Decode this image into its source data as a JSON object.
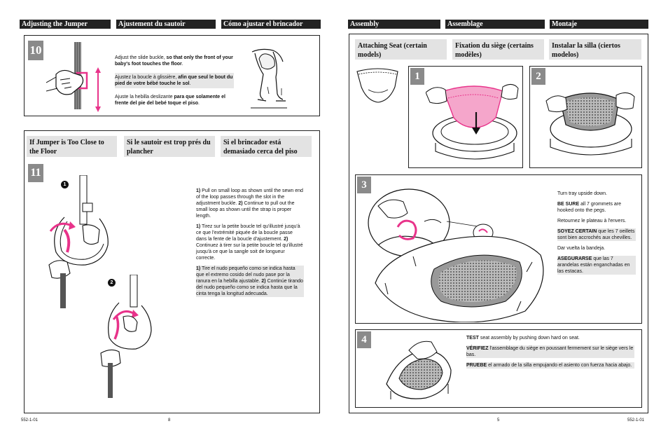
{
  "left": {
    "headers": [
      "Adjusting the Jumper",
      "Ajustement du sautoir",
      "Cómo ajustar el brincador"
    ],
    "step10": {
      "num": "10",
      "p_en": [
        "Adjust the slide buckle, ",
        "so that only the front of your baby's foot touches the floor",
        "."
      ],
      "p_fr": [
        "Ajustez la boucle à glissière, ",
        "afin que seul le bout du pied de votre bébé touche le sol",
        "."
      ],
      "p_es": [
        "Ajuste la hebilla deslizante ",
        "para que solamente el frente del pie del bebé toque el piso",
        "."
      ]
    },
    "sub_headers": [
      "If Jumper is Too Close to the Floor",
      "Si le sautoir est trop prés du plancher",
      "Si el brincador está demasiado cerca del piso"
    ],
    "step11": {
      "num": "11",
      "marker1": "1",
      "marker2": "2",
      "p_en": [
        "1)",
        " Pull on small loop as shown until the sewn end of the loop passes through the slot in the adjustment buckle. ",
        "2)",
        " Continue to pull out the small loop as shown until the strap is proper length."
      ],
      "p_fr": [
        "1)",
        " Tirez sur la petite boucle tel qu'illustré jusqu'à ce que l'extrémité piquée de la boucle passe dans la fente de la boucle d'ajustement. ",
        "2)",
        " Continuez à tirer sur la petite boucle tel qu'illustré jusqu'à ce que la sangle soit de longueur correcte."
      ],
      "p_es": [
        "1)",
        " Tire el nudo pequeño como se indica hasta que el extremo cosido del nudo pase por la ranura en la hebilla ajustable. ",
        "2)",
        " Continúe tirando del nudo pequeño como se indica hasta que la cinta tenga la longitud adecuada."
      ]
    },
    "footer_code": "552-1-01",
    "page_num": "8"
  },
  "right": {
    "headers": [
      "Assembly",
      "Assemblage",
      "Montaje"
    ],
    "sub_headers": [
      "Attaching Seat (certain models)",
      "Fixation du siège (certains modèles)",
      "Instalar la silla (ciertos modelos)"
    ],
    "step1": "1",
    "step2": "2",
    "step3": {
      "num": "3",
      "p1": "Turn tray upside down.",
      "p2": [
        "BE SURE",
        " all 7 grommets are hooked onto the pegs."
      ],
      "p3": "Retournez le plateau à l'envers.",
      "p4": [
        "SOYEZ CERTAIN",
        " que les 7 oeillets sont bien accrochés aux chevilles."
      ],
      "p5": "Dar vuelta la bandeja.",
      "p6": [
        "ASEGURARSE",
        " que las 7 arandelas están enganchadas en las estacas."
      ]
    },
    "step4": {
      "num": "4",
      "p_en": [
        "TEST",
        " seat assembly by pushing down hard on seat."
      ],
      "p_fr": [
        "VÉRIFIEZ",
        " l'assemblage du siège en poussant fermement sur le siège vers le bas."
      ],
      "p_es": [
        "PRUEBE",
        " el armado de la silla empujando el asiento con fuerza hacia abajo."
      ]
    },
    "page_num": "5",
    "footer_code": "552-1-01"
  },
  "colors": {
    "accent_pink": "#e8338a",
    "header_bg": "#222222",
    "shade": "#e3e3e3",
    "step_gray": "#8a8a8a"
  }
}
